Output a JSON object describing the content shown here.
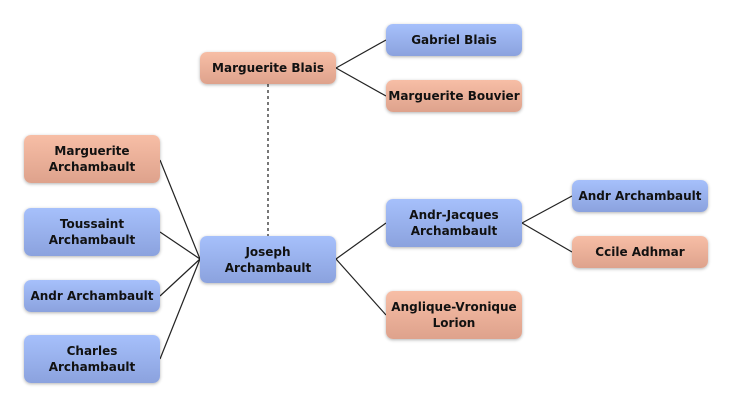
{
  "nodes": {
    "marguerite_blais": {
      "label": "Marguerite Blais",
      "gender": "female"
    },
    "gabriel_blais": {
      "label": "Gabriel Blais",
      "gender": "male"
    },
    "marguerite_bouvier": {
      "label": "Marguerite Bouvier",
      "gender": "female"
    },
    "marguerite_archambault": {
      "label": "Marguerite Archambault",
      "gender": "female"
    },
    "toussaint_archambault": {
      "label": "Toussaint Archambault",
      "gender": "male"
    },
    "andr_archambault_left": {
      "label": "Andr Archambault",
      "gender": "male"
    },
    "charles_archambault": {
      "label": "Charles Archambault",
      "gender": "male"
    },
    "joseph_archambault": {
      "label": "Joseph Archambault",
      "gender": "male"
    },
    "andr_jacques_archambault": {
      "label": "Andr-Jacques Archambault",
      "gender": "male"
    },
    "anglique_vronique_lorion": {
      "label": "Anglique-Vronique Lorion",
      "gender": "female"
    },
    "andr_archambault_right": {
      "label": "Andr Archambault",
      "gender": "male"
    },
    "ccile_adhmar": {
      "label": "Ccile Adhmar",
      "gender": "female"
    }
  },
  "colors": {
    "male": "#9bb3f0",
    "female": "#ecb29b",
    "line": "#222222",
    "spouse_line": "#777777"
  }
}
